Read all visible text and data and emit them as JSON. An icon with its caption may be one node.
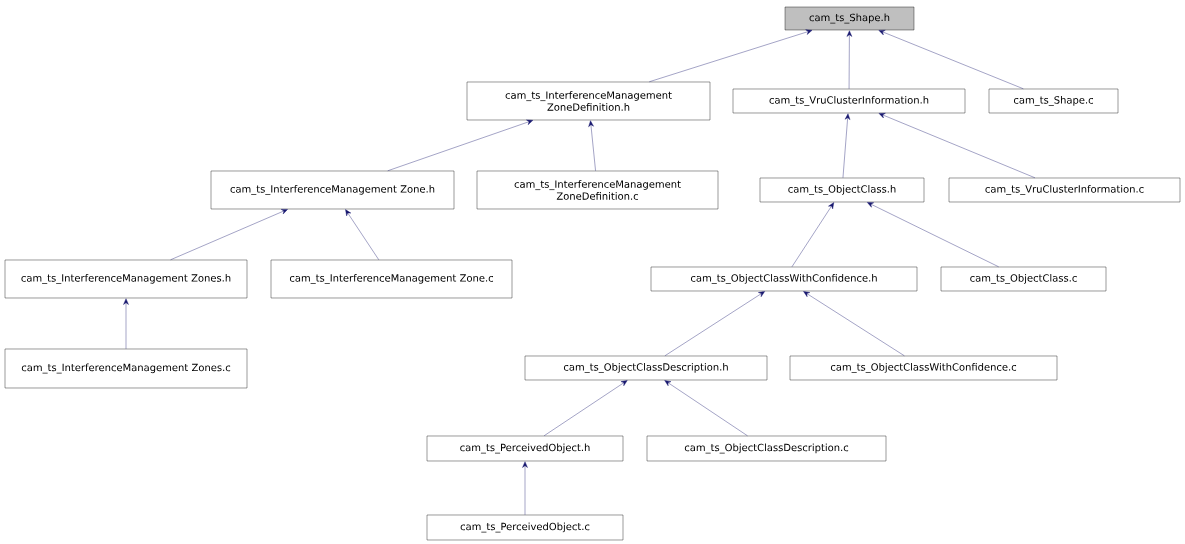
{
  "diagram": {
    "nodes": [
      {
        "text": [
          "cam_ts_Shape.h"
        ]
      },
      {
        "text": [
          "cam_ts_InterferenceManagement ZoneDefinition.h"
        ]
      },
      {
        "text": [
          "cam_ts_VruClusterInformation.h"
        ]
      },
      {
        "text": [
          "cam_ts_Shape.c"
        ]
      },
      {
        "text": [
          "cam_ts_InterferenceManagement Zone.h"
        ]
      },
      {
        "text": [
          "cam_ts_InterferenceManagement ZoneDefinition.c"
        ]
      },
      {
        "text": [
          "cam_ts_ObjectClass.h"
        ]
      },
      {
        "text": [
          "cam_ts_VruClusterInformation.c"
        ]
      },
      {
        "text": [
          "cam_ts_InterferenceManagement Zones.h"
        ]
      },
      {
        "text": [
          "cam_ts_InterferenceManagement Zone.c"
        ]
      },
      {
        "text": [
          "cam_ts_ObjectClassWithConfidence.h"
        ]
      },
      {
        "text": [
          "cam_ts_ObjectClass.c"
        ]
      },
      {
        "text": [
          "cam_ts_InterferenceManagement Zones.c"
        ]
      },
      {
        "text": [
          "cam_ts_ObjectClassDescription.h"
        ]
      },
      {
        "text": [
          "cam_ts_ObjectClassWithConfidence.c"
        ]
      },
      {
        "text": [
          "cam_ts_PerceivedObject.h"
        ]
      },
      {
        "text": [
          "cam_ts_ObjectClassDescription.c"
        ]
      },
      {
        "text": [
          "cam_ts_PerceivedObject.c"
        ]
      }
    ],
    "edges": [
      {
        "from": 1,
        "to": 0,
        "arrow": "to"
      },
      {
        "from": 2,
        "to": 0,
        "arrow": "to"
      },
      {
        "from": 3,
        "to": 0,
        "arrow": "to"
      },
      {
        "from": 4,
        "to": 1,
        "arrow": "to"
      },
      {
        "from": 5,
        "to": 1,
        "arrow": "to"
      },
      {
        "from": 6,
        "to": 2,
        "arrow": "to"
      },
      {
        "from": 7,
        "to": 2,
        "arrow": "to"
      },
      {
        "from": 8,
        "to": 4,
        "arrow": "to"
      },
      {
        "from": 9,
        "to": 4,
        "arrow": "to"
      },
      {
        "from": 12,
        "to": 8,
        "arrow": "to"
      },
      {
        "from": 10,
        "to": 6,
        "arrow": "to"
      },
      {
        "from": 11,
        "to": 6,
        "arrow": "to"
      },
      {
        "from": 13,
        "to": 10,
        "arrow": "to"
      },
      {
        "from": 14,
        "to": 10,
        "arrow": "to"
      },
      {
        "from": 15,
        "to": 13,
        "arrow": "to"
      },
      {
        "from": 16,
        "to": 13,
        "arrow": "to"
      },
      {
        "from": 17,
        "to": 15,
        "arrow": "to"
      }
    ]
  }
}
